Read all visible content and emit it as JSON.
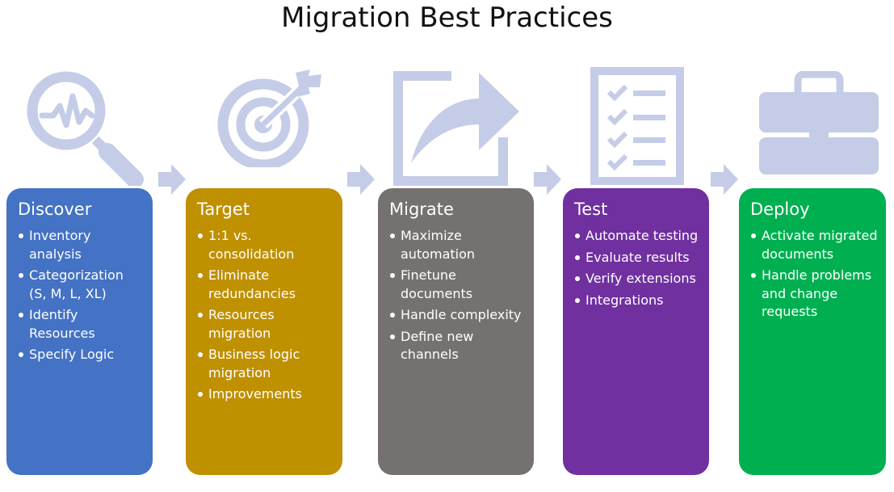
{
  "title": "Migration Best Practices",
  "colors": {
    "icon": "#c4cce7",
    "discover": "#4472c4",
    "target": "#bf9000",
    "migrate": "#767171",
    "test": "#7030a0",
    "deploy": "#00b050"
  },
  "steps": [
    {
      "title": "Discover",
      "icon": "magnifier-pulse-icon",
      "items": [
        "Inventory analysis",
        "Categorization (S, M, L, XL)",
        "Identify Resources",
        "Specify Logic"
      ]
    },
    {
      "title": "Target",
      "icon": "target-arrow-icon",
      "items": [
        "1:1 vs. consolidation",
        "Eliminate redundancies",
        "Resources migration",
        "Business logic migration",
        "Improvements"
      ]
    },
    {
      "title": "Migrate",
      "icon": "export-arrow-icon",
      "items": [
        "Maximize automation",
        "Finetune documents",
        "Handle complexity",
        "Define new channels"
      ]
    },
    {
      "title": "Test",
      "icon": "checklist-icon",
      "items": [
        "Automate testing",
        "Evaluate results",
        "Verify extensions",
        "Integrations"
      ]
    },
    {
      "title": "Deploy",
      "icon": "briefcase-icon",
      "items": [
        "Activate migrated documents",
        "Handle problems and change requests"
      ]
    }
  ]
}
